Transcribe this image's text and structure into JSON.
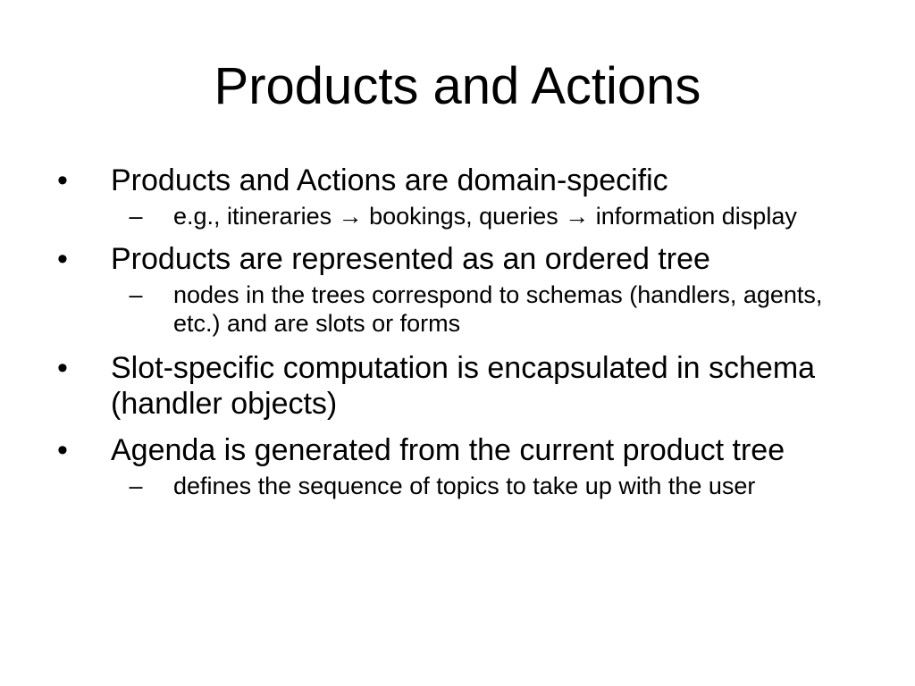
{
  "slide": {
    "title": "Products and Actions",
    "bullet_marker": "•",
    "sub_marker": "–",
    "bullets": [
      {
        "text": "Products and Actions are domain-specific",
        "sub": "e.g., itineraries → bookings, queries → information display"
      },
      {
        "text": "Products are represented as an ordered tree",
        "sub": "nodes in the trees correspond to schemas (handlers, agents, etc.) and are slots or forms"
      },
      {
        "text": "Slot-specific computation is encapsulated in schema (handler objects)"
      },
      {
        "text": "Agenda is generated from the current product tree",
        "sub": "defines the sequence of topics to take up with the user"
      }
    ]
  }
}
